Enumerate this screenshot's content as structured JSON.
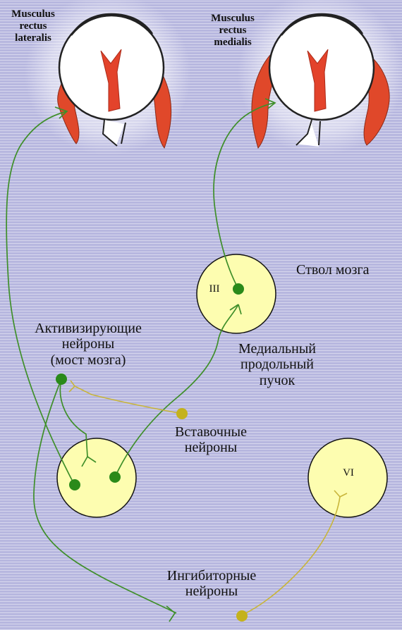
{
  "labels": {
    "musculus_lateralis": "Musculus rectus lateralis",
    "musculus_lateralis_lines": [
      "Musculus",
      "rectus",
      "lateralis"
    ],
    "musculus_medialis": "Musculus rectus medialis",
    "musculus_medialis_lines": [
      "Musculus",
      "rectus",
      "medialis"
    ],
    "brainstem": "Ствол мозга",
    "activating_neurons": "Активизирующие нейроны (мост мозга)",
    "activating_neurons_lines": [
      "Активизирующие",
      "нейроны",
      "(мост мозга)"
    ],
    "mlf": "Медиальный продольный пучок",
    "mlf_lines": [
      "Медиальный",
      "продольный",
      "пучок"
    ],
    "interneurons": "Вставочные нейроны",
    "interneurons_lines": [
      "Вставочные",
      "нейроны"
    ],
    "inhibitory_neurons": "Ингибиторные нейроны",
    "inhibitory_neurons_lines": [
      "Ингибиторные",
      "нейроны"
    ]
  },
  "nuclei": {
    "oculomotor": "III",
    "abducens": "VI"
  },
  "colors": {
    "background": "#b7b7df",
    "nucleus_fill": "#fdfdb0",
    "excitatory_fiber": "#3f8f2a",
    "excitatory_neuron": "#2a8a1a",
    "inhibitory_fiber": "#c8b53a",
    "inhibitory_neuron": "#c4b21c",
    "muscle": "#e0482a",
    "cornea": "#8fd0d6",
    "lens": "#e3432b",
    "sclera": "#ffffff"
  },
  "icons": [
    "left-eyeball",
    "right-eyeball"
  ]
}
